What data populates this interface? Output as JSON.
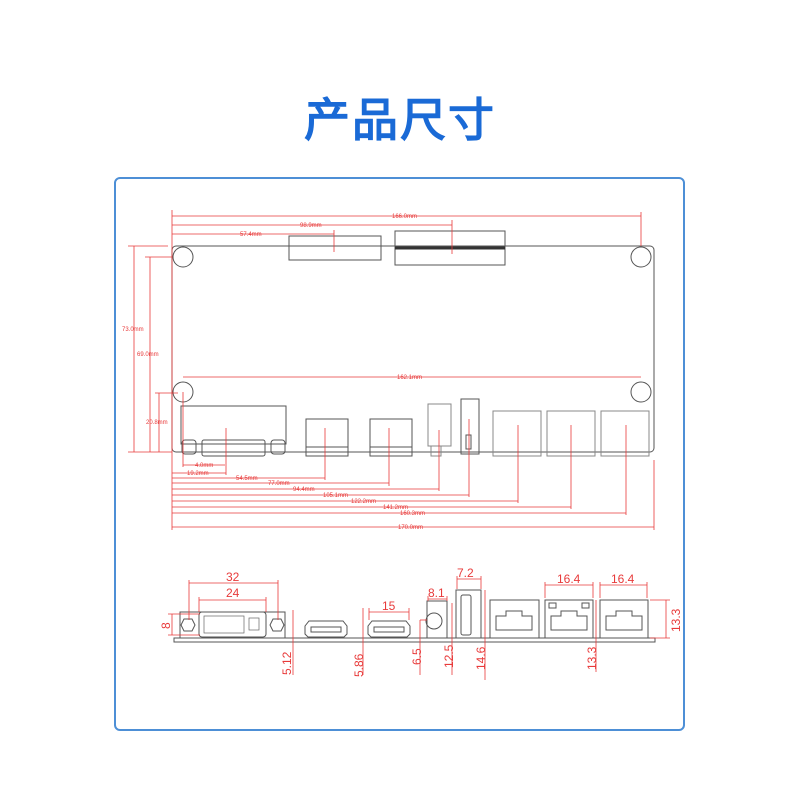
{
  "title": "产品尺寸",
  "top_view": {
    "width_total": "170.0mm",
    "hole_span_top": "166.0mm",
    "connector2_offset": "98.9mm",
    "connector1_offset": "57.4mm",
    "hole_span_bottom": "162.1mm",
    "height_total": "73.0mm",
    "hole_height": "69.0mm",
    "lower_hole_height": "20.8mm",
    "offsets": [
      "4.0mm",
      "19.2mm",
      "54.5mm",
      "77.0mm",
      "94.4mm",
      "105.1mm",
      "122.2mm",
      "141.2mm",
      "160.3mm"
    ]
  },
  "front_view": {
    "dvi_width_outer": "32",
    "dvi_width_inner": "24",
    "dvi_height": "8",
    "dvi_bottom": "5.12",
    "hdmi_width": "15",
    "hdmi_bottom": "5.86",
    "dc_width": "8.1",
    "dc_center": "6.5",
    "dc_height": "12.5",
    "usb_width": "7.2",
    "usb_height": "14.6",
    "rj45_width_1": "16.4",
    "rj45_width_2": "16.4",
    "rj45_height": "13.3",
    "rj45_height_right": "13.3"
  },
  "colors": {
    "title": "#1a6ad6",
    "frame": "#4d8fd6",
    "dimension": "#e83a3a"
  }
}
